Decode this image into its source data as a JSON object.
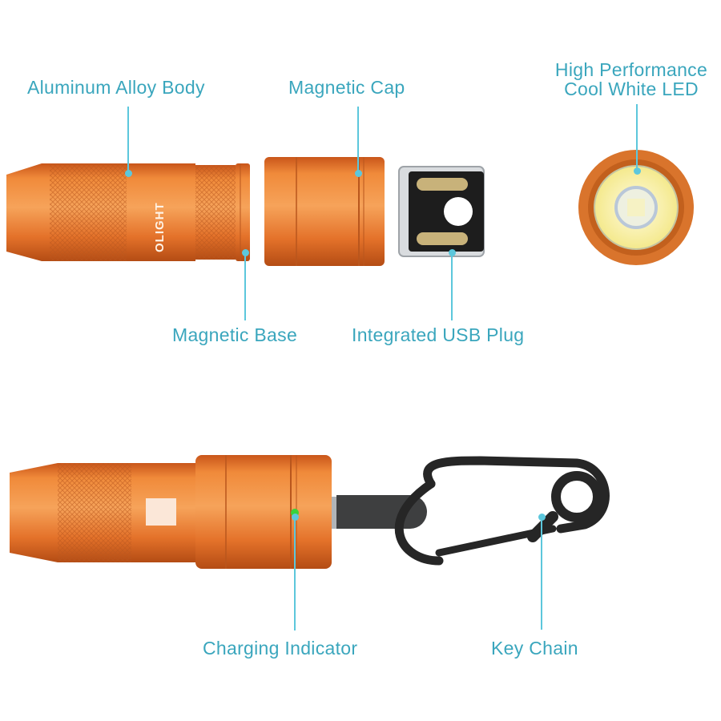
{
  "labels": {
    "aluminum_body": "Aluminum Alloy Body",
    "magnetic_cap": "Magnetic Cap",
    "led_line1": "High Performance",
    "led_line2": "Cool White LED",
    "magnetic_base": "Magnetic Base",
    "usb_plug": "Integrated USB Plug",
    "charging_indicator": "Charging Indicator",
    "key_chain": "Key Chain"
  },
  "brand": {
    "logo_text": "OLIGHT"
  },
  "colors": {
    "label": "#3aa6bd",
    "leader": "#5cc7dc",
    "body_orange": "#e8782a",
    "led_yellow": "#fbf3a6",
    "clip_black": "#2a2a2a",
    "indicator_green": "#3bd13b"
  }
}
